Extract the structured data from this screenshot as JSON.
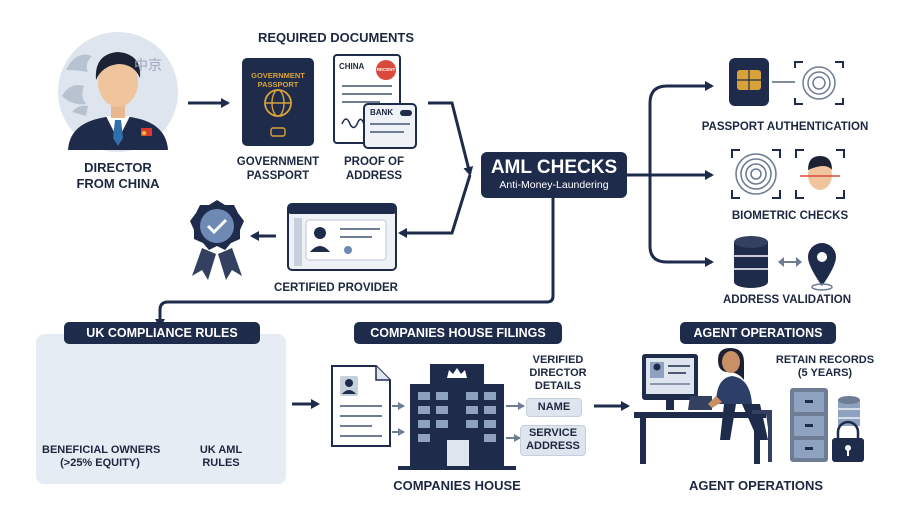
{
  "header": {
    "required_documents": "REQUIRED DOCUMENTS"
  },
  "director": {
    "label_line1": "DIRECTOR",
    "label_line2": "FROM CHINA",
    "badge_text": "中京"
  },
  "passport": {
    "cover_line1": "GOVERNMENT",
    "cover_line2": "PASSPORT",
    "label_line1": "GOVERNMENT",
    "label_line2": "PASSPORT"
  },
  "proof": {
    "country": "CHINA",
    "stamp": "RECENT",
    "bank": "BANK",
    "label_line1": "PROOF OF",
    "label_line2": "ADDRESS"
  },
  "aml": {
    "title": "AML CHECKS",
    "subtitle": "Anti-Money-Laundering"
  },
  "checks": {
    "passport_auth": "PASSPORT AUTHENTICATION",
    "biometric": "BIOMETRIC CHECKS",
    "address_validation": "ADDRESS VALIDATION"
  },
  "certified": {
    "label": "CERTIFIED PROVIDER"
  },
  "uk_rules": {
    "title": "UK COMPLIANCE RULES",
    "owners_line1": "BENEFICIAL OWNERS",
    "owners_line2": "(>25% EQUITY)",
    "aml_line1": "UK AML",
    "aml_line2": "RULES"
  },
  "companies_house": {
    "title": "COMPANIES HOUSE FILINGS",
    "building_label": "COMPANIES HOUSE",
    "verified_line1": "VERIFIED",
    "verified_line2": "DIRECTOR",
    "verified_line3": "DETAILS",
    "name_tag": "NAME",
    "service_line1": "SERVICE",
    "service_line2": "ADDRESS"
  },
  "agent": {
    "title": "AGENT OPERATIONS",
    "retain_line1": "RETAIN RECORDS",
    "retain_line2": "(5 YEARS)",
    "footer": "AGENT OPERATIONS"
  },
  "colors": {
    "navy": "#1e2b4a",
    "slate": "#6e7d94",
    "light": "#e6ecf4",
    "red": "#d94a3d",
    "gold": "#d8a23a"
  }
}
